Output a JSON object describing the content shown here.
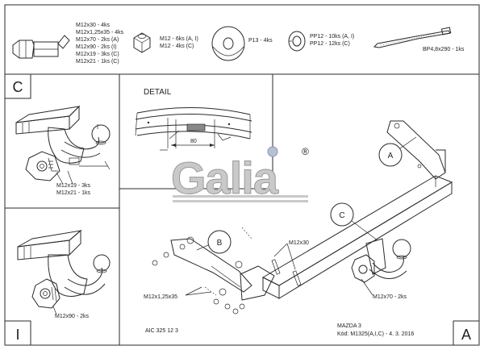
{
  "parts": {
    "bolts": [
      "M12x30 - 4ks",
      "M12x1,25x35 - 4ks",
      "M12x70 - 2ks (A)",
      "M12x90 - 2ks (I)",
      "M12x19 - 3ks (C)",
      "M12x21 - 1ks (C)"
    ],
    "nuts": [
      "M12 - 6ks (A, I)",
      "M12 - 4ks (C)"
    ],
    "washer": "P13 - 4ks",
    "spring_washers": [
      "PP12 - 10ks (A, I)",
      "PP12 - 12ks (C)"
    ],
    "cable_tie": "BP4,8x290 - 1ks"
  },
  "panel_c": {
    "letter": "C",
    "bolts": [
      "M12x19 - 3ks",
      "M12x21 - 1ks"
    ]
  },
  "panel_i": {
    "letter": "I",
    "bolts": "M12x90 - 2ks"
  },
  "detail": {
    "title": "DETAIL",
    "dim": "80"
  },
  "main": {
    "letter": "A",
    "callouts": {
      "a": "A",
      "b": "B",
      "c": "C"
    },
    "labels": {
      "m12x30": "M12x30",
      "m12x125x35": "M12x1,25x35",
      "m12x70": "M12x70 - 2ks"
    }
  },
  "brand": {
    "logo_text": "Galia",
    "registered": "®"
  },
  "footer": {
    "code": "AIC 325 12 3",
    "model": "MAZDA 3",
    "kod": "Kód: M1325(A,I,C) - 4. 3. 2016"
  }
}
